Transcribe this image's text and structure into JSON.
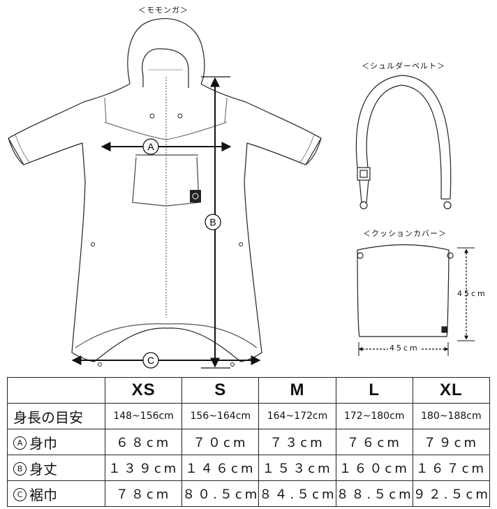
{
  "labels": {
    "momonga": "＜モモンガ＞",
    "shoulder_belt": "＜シュルダーベルト＞",
    "cushion_cover": "＜クッションカバー＞",
    "dim_height": "45cm",
    "dim_width": "45cm",
    "marker_a": "A",
    "marker_b": "B",
    "marker_c": "C"
  },
  "table": {
    "corner": "",
    "sizes": [
      "XS",
      "S",
      "M",
      "L",
      "XL"
    ],
    "rows": [
      {
        "mark": "",
        "label": "身長の目安",
        "values": [
          "148~156cm",
          "156~164cm",
          "164~172cm",
          "172~180cm",
          "180~188cm"
        ]
      },
      {
        "mark": "A",
        "label": "身巾",
        "values": [
          "６８cm",
          "７０cm",
          "７３cm",
          "７６cm",
          "７９cm"
        ]
      },
      {
        "mark": "B",
        "label": "身丈",
        "values": [
          "１３９cm",
          "１４６cm",
          "１５３cm",
          "１６０cm",
          "１６７cm"
        ]
      },
      {
        "mark": "C",
        "label": "裾巾",
        "values": [
          "７８cm",
          "８０.５cm",
          "８４.５cm",
          "８８.５cm",
          "９２.５cm"
        ]
      }
    ]
  }
}
